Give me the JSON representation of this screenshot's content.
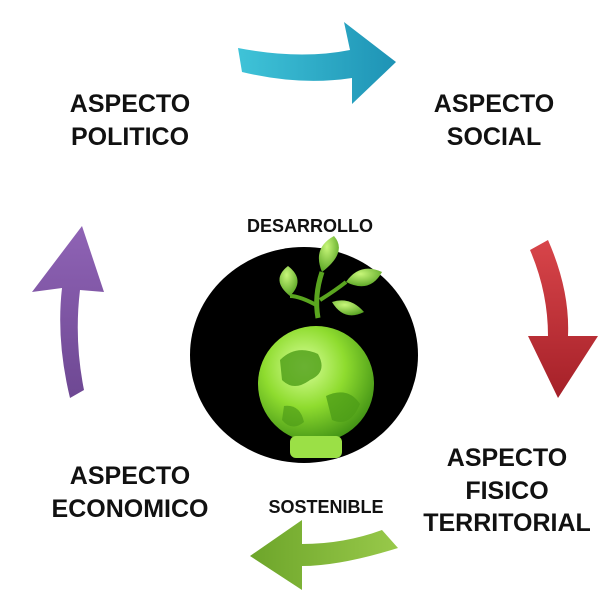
{
  "center": {
    "top_label": "DESARROLLO",
    "bottom_label": "SOSTENIBLE"
  },
  "aspects": {
    "politico": [
      "ASPECTO",
      "POLITICO"
    ],
    "social": [
      "ASPECTO",
      "SOCIAL"
    ],
    "fisico": [
      "ASPECTO",
      "FISICO",
      "TERRITORIAL"
    ],
    "economico": [
      "ASPECTO",
      "ECONOMICO"
    ]
  },
  "colors": {
    "arrow_top": "#2aa9c6",
    "arrow_right": "#c0303a",
    "arrow_bottom": "#7fb536",
    "arrow_left": "#7a4f9f",
    "globe": "#86d32e",
    "circle": "#000000"
  },
  "icons": {
    "center_image": "plant-on-globe-icon"
  }
}
